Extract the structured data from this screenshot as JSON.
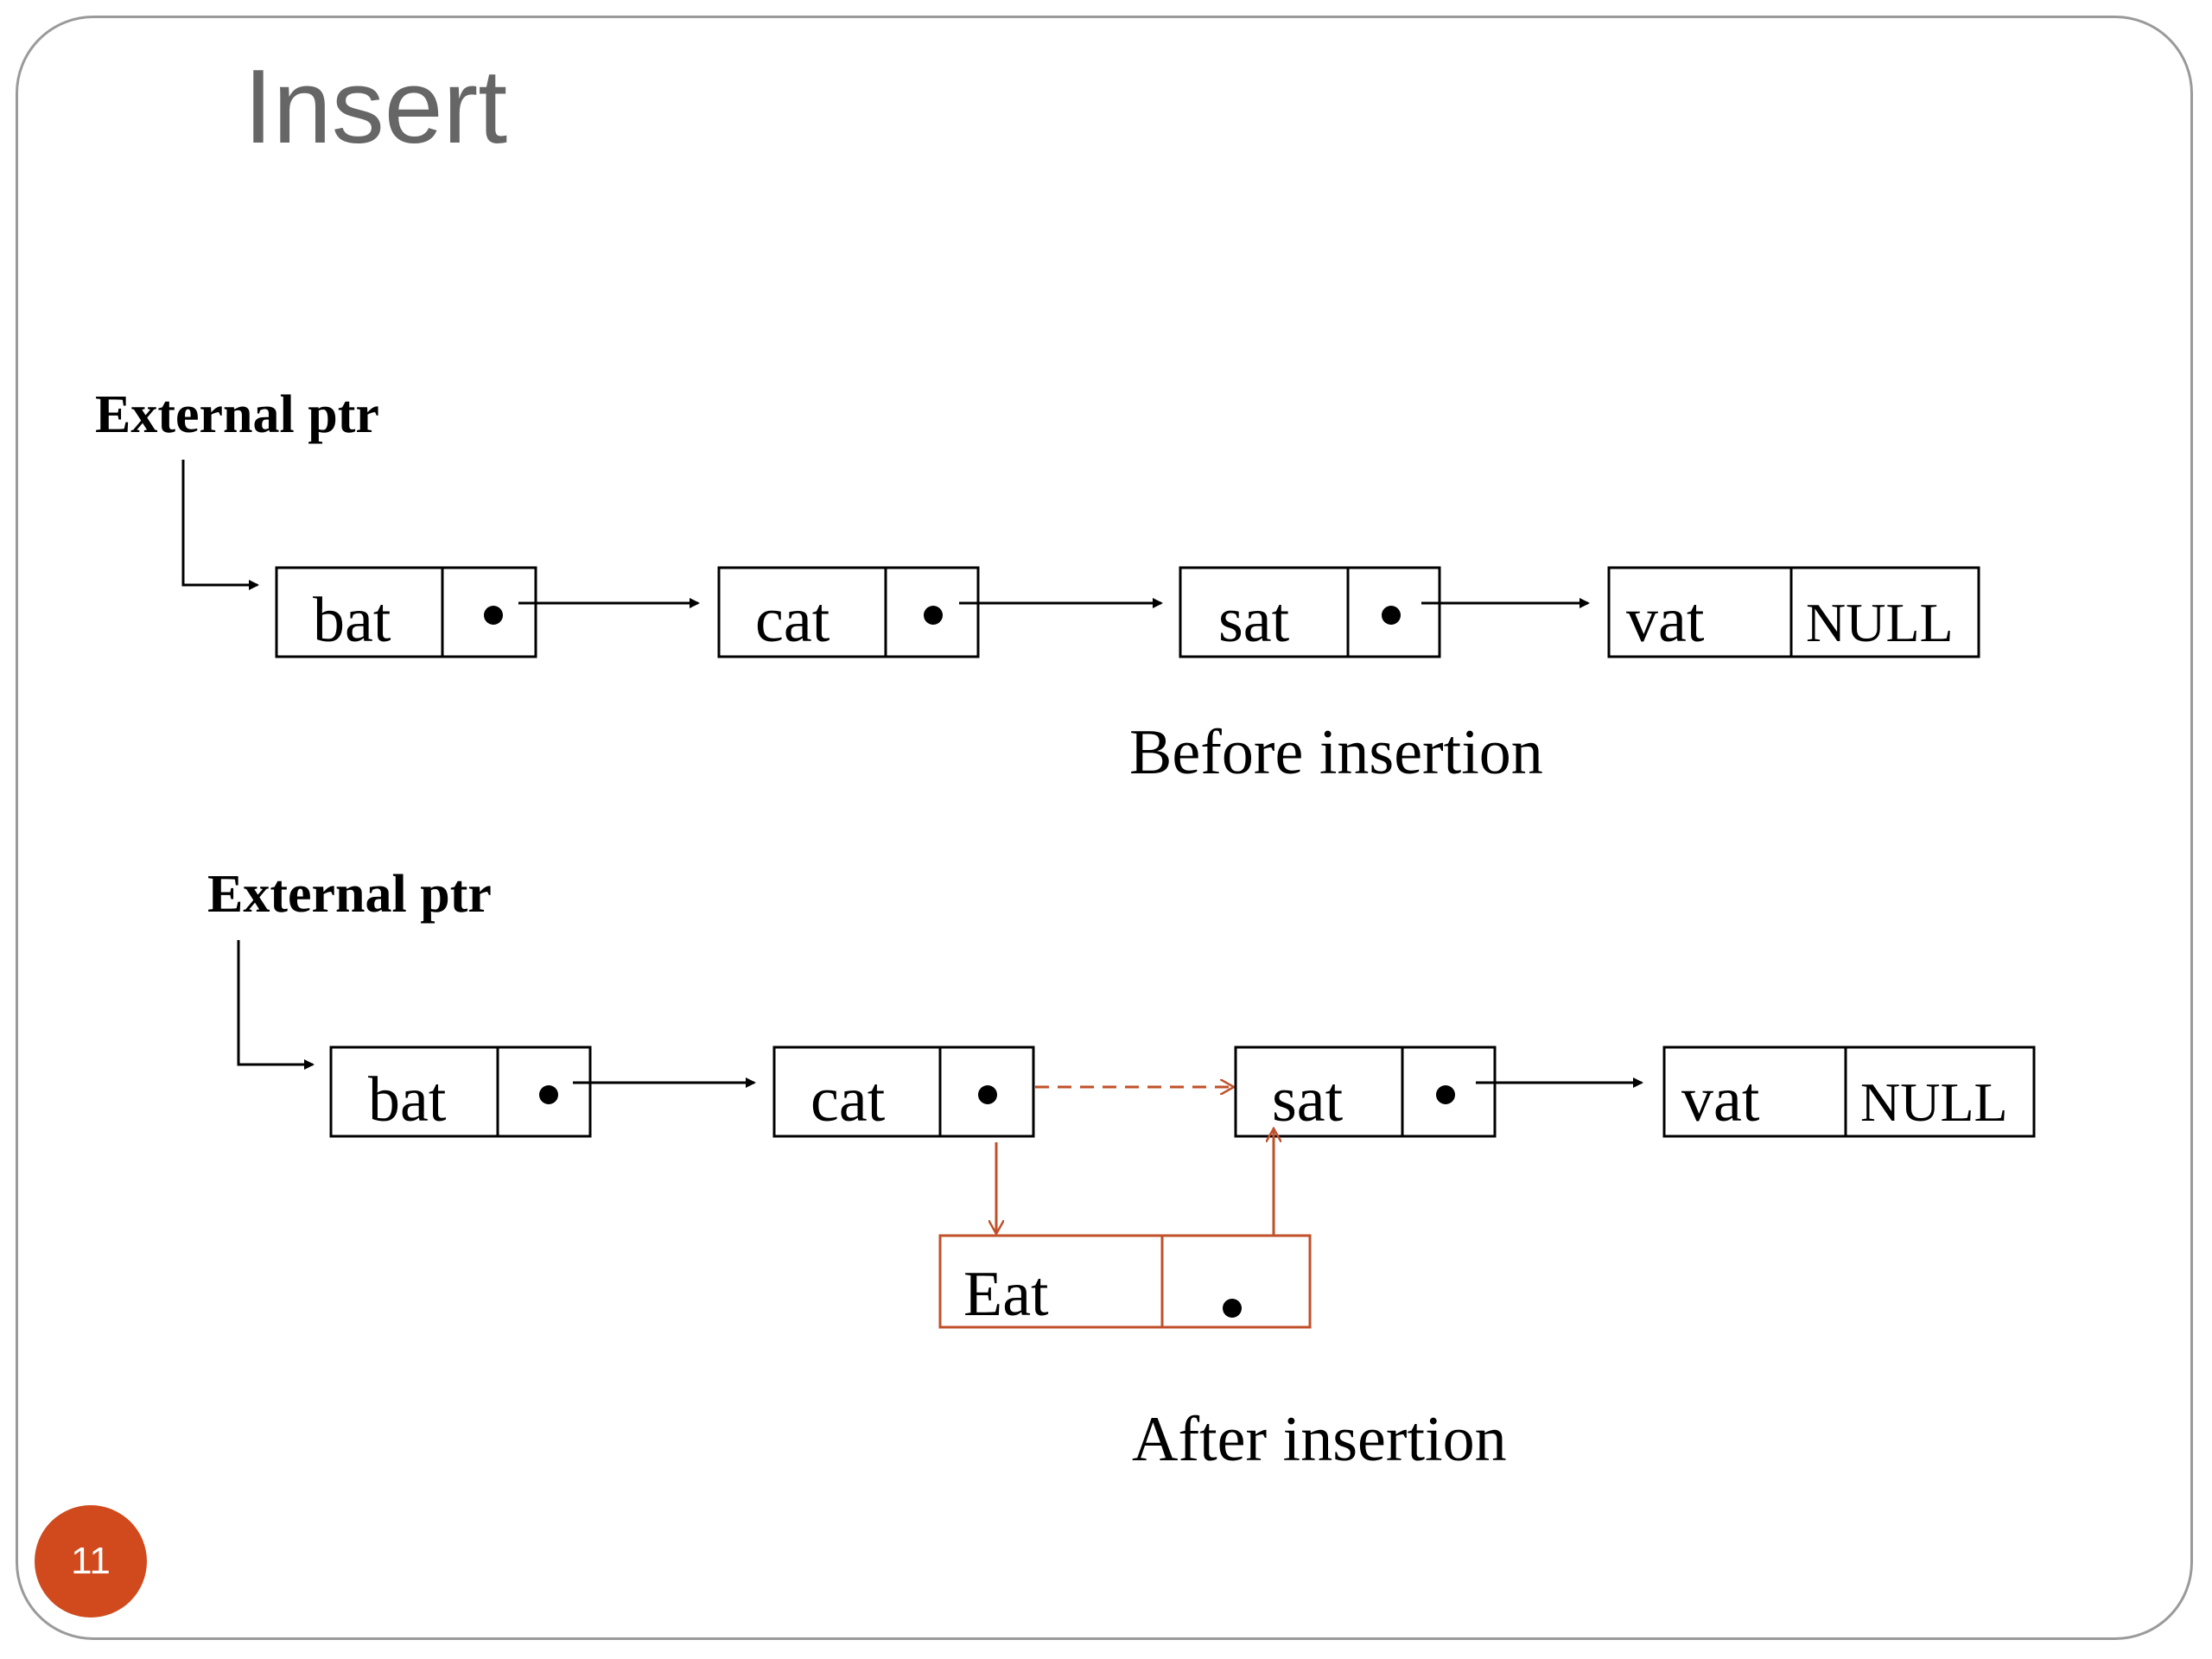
{
  "slide": {
    "title": "Insert",
    "page_number": "11"
  },
  "before": {
    "pointer_label": "External ptr",
    "caption": "Before insertion",
    "nodes": [
      {
        "data": "bat",
        "next": "•"
      },
      {
        "data": "cat",
        "next": "•"
      },
      {
        "data": "sat",
        "next": "•"
      },
      {
        "data": "vat",
        "next": "NULL"
      }
    ]
  },
  "after": {
    "pointer_label": "External ptr",
    "caption": "After insertion",
    "nodes": [
      {
        "data": "bat",
        "next": "•"
      },
      {
        "data": "cat",
        "next": "•"
      },
      {
        "data": "sat",
        "next": "•"
      },
      {
        "data": "vat",
        "next": "NULL"
      }
    ],
    "inserted_node": {
      "data": "Eat",
      "next": "•"
    }
  },
  "colors": {
    "line": "#000000",
    "inserted": "#c0502a",
    "badge": "#d04a1e",
    "title": "#666666"
  }
}
